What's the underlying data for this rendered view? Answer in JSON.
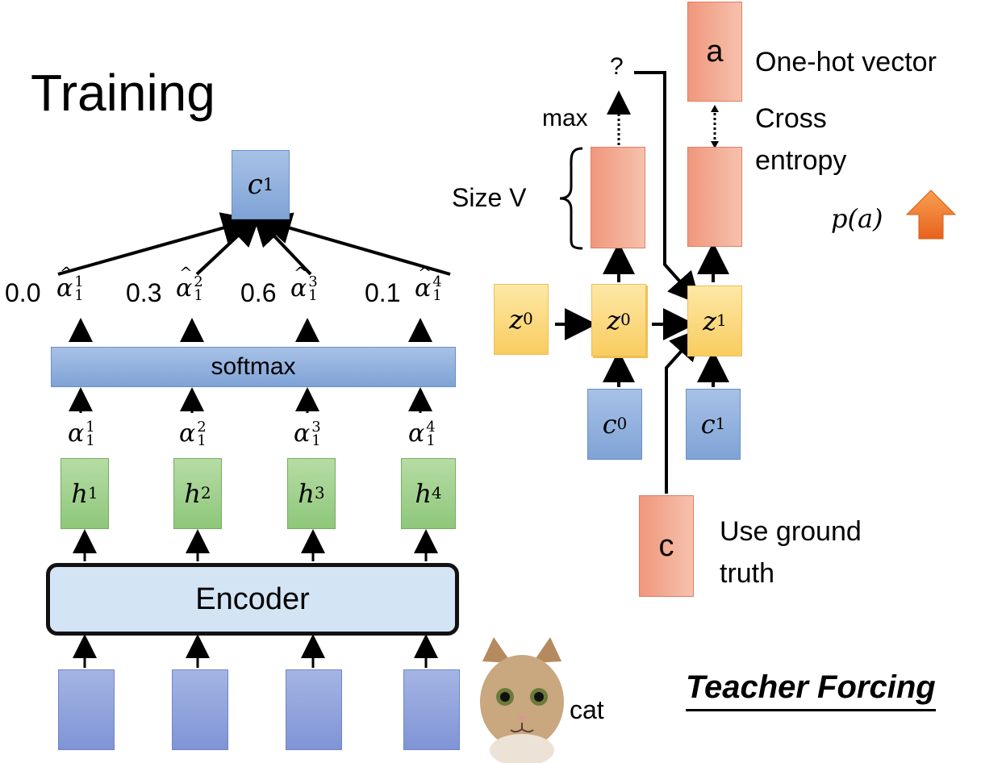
{
  "title": "Training",
  "context": "c",
  "context_sup": "1",
  "weights": [
    "0.0",
    "0.3",
    "0.6",
    "0.1"
  ],
  "alpha_sym": "α",
  "alpha_sub": "1",
  "alpha_sups": [
    "1",
    "2",
    "3",
    "4"
  ],
  "softmax_label": "softmax",
  "hidden_sym": "h",
  "hidden_sups": [
    "1",
    "2",
    "3",
    "4"
  ],
  "encoder_label": "Encoder",
  "cat_label": "cat",
  "decoder": {
    "question": "?",
    "max_label": "max",
    "size_label": "Size V",
    "target_letter": "a",
    "onehot_label": "One-hot vector",
    "cross_entropy_line1": "Cross",
    "cross_entropy_line2": "entropy",
    "prob_label": "p(a)",
    "z_sym": "z",
    "z_sups": [
      "0",
      "0",
      "1"
    ],
    "c_sym": "c",
    "c_sups": [
      "0",
      "1"
    ],
    "ground_truth_letter": "c",
    "ground_truth_line1": "Use ground",
    "ground_truth_line2": "truth"
  },
  "teacher_forcing": "Teacher Forcing",
  "colors": {
    "blue": "#8fb1df",
    "green": "#9fd08c",
    "salmon": "#f4a98f",
    "yellow": "#fbd87f",
    "arrow_up": "#f07a2a"
  }
}
